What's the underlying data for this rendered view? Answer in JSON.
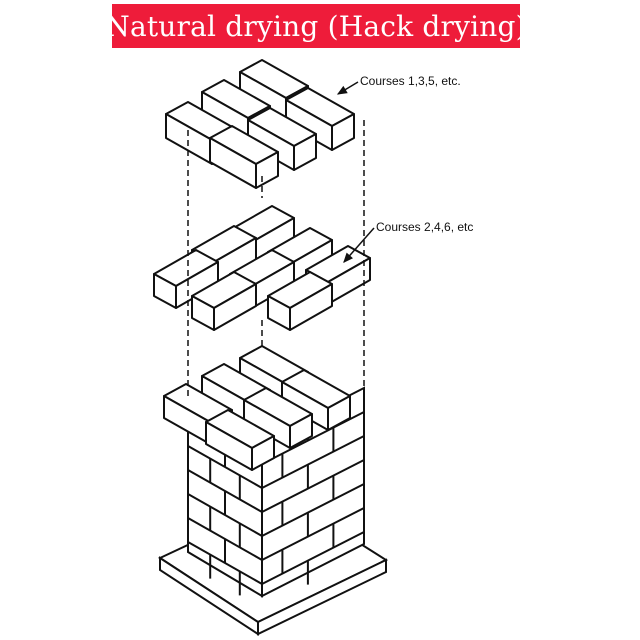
{
  "title": "Natural drying (Hack drying)",
  "labels": {
    "odd_courses": "Courses 1,3,5, etc.",
    "even_courses": "Courses 2,4,6, etc"
  },
  "colors": {
    "banner": "#EE1C3A",
    "title_text": "#FFFFFF",
    "line": "#111111",
    "face_top": "#FFFFFF",
    "face_side": "#FFFFFF"
  }
}
